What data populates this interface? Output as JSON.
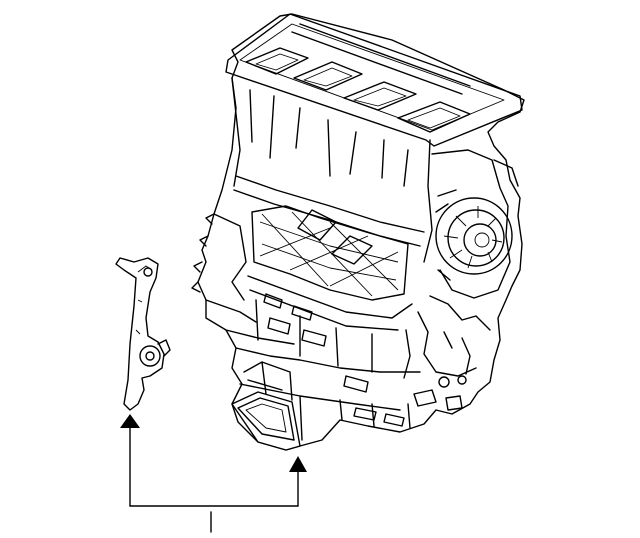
{
  "diagram": {
    "type": "parts-exploded-view",
    "line_color": "#000000",
    "background": "#ffffff",
    "parts": [
      {
        "name": "heater-unit-assembly",
        "label": ""
      },
      {
        "name": "bracket",
        "label": ""
      }
    ],
    "callout_label": ""
  }
}
